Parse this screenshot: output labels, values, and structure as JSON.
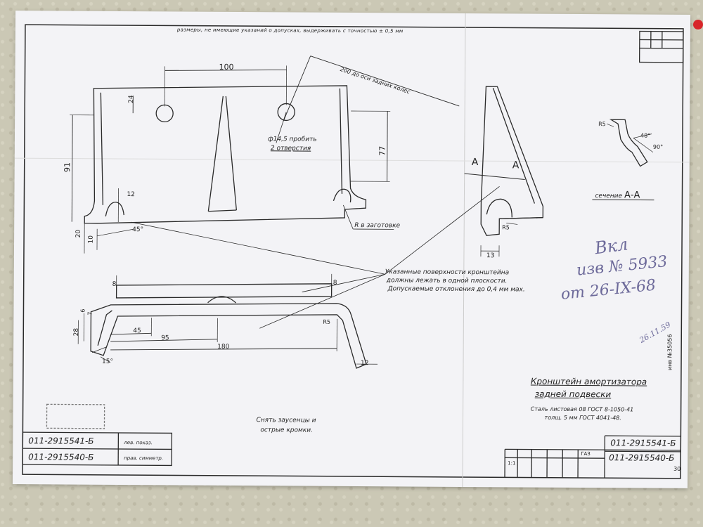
{
  "note_top": "размеры, не имеющие указаний о допусках, выдерживать с точностью ± 0,5 мм",
  "dims": {
    "d100": "100",
    "d24": "24",
    "d91": "91",
    "d77": "77",
    "d12": "12",
    "d20": "20",
    "d10": "10",
    "d45deg": "45°",
    "d200": "200 до оси задних колес",
    "hole_note_1": "ф14,5 пробить",
    "hole_note_2": "2 отверстия",
    "r_blank": "R в заготовке",
    "a_left": "А",
    "a_right": "А",
    "r5_side": "R5",
    "d13": "13",
    "d8_left": "8",
    "d8_right": "8",
    "d6": "6",
    "d7": "7",
    "d28": "28",
    "d45": "45",
    "d95": "95",
    "d180": "180",
    "r5_bottom": "R5",
    "d15deg": "15°",
    "d12_bottom": "12",
    "r5_section": "R5",
    "d48deg": "48°",
    "d90deg": "90°"
  },
  "section_label": "сечение",
  "section_letters": "А-А",
  "flatness_note": [
    "Указанные поверхности кронштейна",
    "должны лежать в одной плоскости.",
    "Допускаемые отклонения до 0,4 мм мах."
  ],
  "deburr_note": [
    "Снять заусенцы и",
    "острые кромки."
  ],
  "title_block": {
    "title_1": "Кронштейн амортизатора",
    "title_2": "задней подвески",
    "material_1": "Сталь листовая 08 ГОСТ 8-1050-41",
    "material_2": "толщ. 5 мм ГОСТ 4041-48.",
    "part_1": "011-2915541-Б",
    "part_2": "011-2915540-Б",
    "left_part_1": "011-2915541-Б",
    "left_part_2": "011-2915540-Б",
    "left_desc_1": "лев. показ.",
    "left_desc_2": "прав. симметр.",
    "scale": "1:1",
    "sheet_num": "30",
    "factory": "ГАЗ"
  },
  "handwriting": {
    "line1": "Вкл",
    "line2": "изв № 5933",
    "line3": "от 26-IX-68",
    "signature": "26.11.59"
  },
  "side_stamp": "инв №35056",
  "colors": {
    "paper": "#f3f3f6",
    "ink": "#2a2a2a",
    "pencil": "#7a77a6",
    "pin_yellow": "#e8d21a",
    "pin_red": "#d8262a"
  }
}
